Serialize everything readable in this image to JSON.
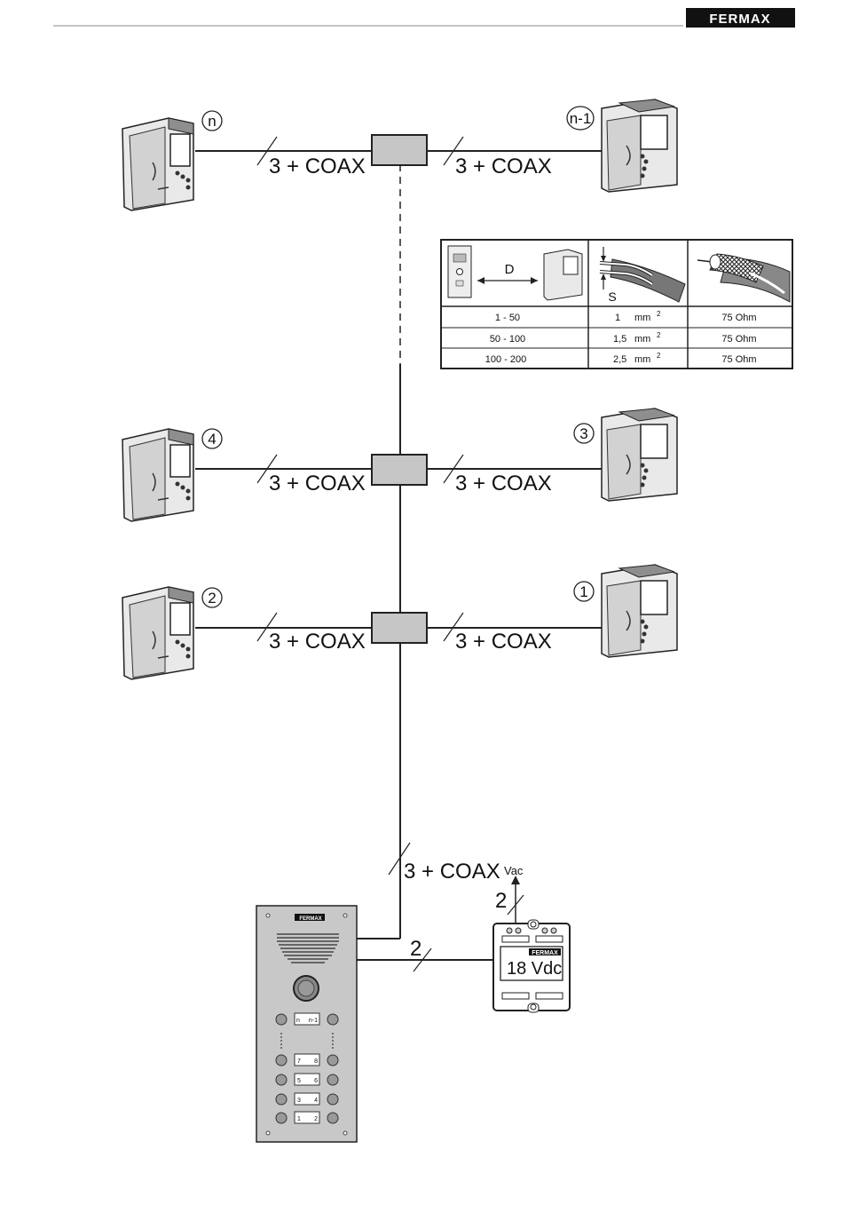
{
  "header": {
    "brand": "FERMAX"
  },
  "wiring": {
    "bus_label": "3 + COAX",
    "psu_output_label": "2",
    "psu_input_label": "2",
    "psu_input_voltage": "Vac"
  },
  "monitors": [
    {
      "label": "n"
    },
    {
      "label": "n-1"
    },
    {
      "label": "4"
    },
    {
      "label": "3"
    },
    {
      "label": "2"
    },
    {
      "label": "1"
    }
  ],
  "cable_table": {
    "distance_symbol": "D",
    "section_symbol": "S",
    "rows": [
      {
        "distance": "1 - 50",
        "section": "1",
        "unit": "mm",
        "exp": "2",
        "impedance": "75 Ohm"
      },
      {
        "distance": "50 - 100",
        "section": "1,5",
        "unit": "mm",
        "exp": "2",
        "impedance": "75 Ohm"
      },
      {
        "distance": "100 - 200",
        "section": "2,5",
        "unit": "mm",
        "exp": "2",
        "impedance": "75 Ohm"
      }
    ]
  },
  "power_supply": {
    "brand": "FERMAX",
    "output": "18 Vdc"
  },
  "panel": {
    "brand": "FERMAX",
    "labels": [
      {
        "left": "n",
        "right": "n-1"
      },
      {
        "left": "7",
        "right": "8"
      },
      {
        "left": "5",
        "right": "6"
      },
      {
        "left": "3",
        "right": "4"
      },
      {
        "left": "1",
        "right": "2"
      }
    ]
  }
}
